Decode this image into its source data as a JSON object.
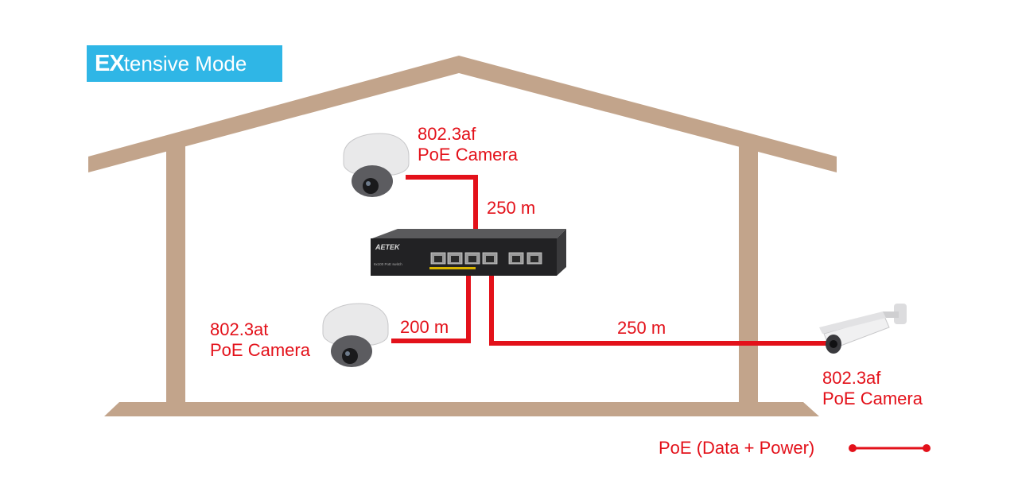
{
  "mode_badge": {
    "prefix": "EX",
    "suffix": "tensive Mode",
    "color": "#2fb6e6"
  },
  "colors": {
    "house": "#c2a48b",
    "cable": "#e3111a",
    "text": "#e3111a"
  },
  "switch": {
    "brand": "AETEK",
    "model_text": "6x100 PoE switch"
  },
  "cameras": [
    {
      "id": "top-dome",
      "type": "dome",
      "line1": "802.3af",
      "line2": "PoE Camera"
    },
    {
      "id": "left-dome",
      "type": "dome",
      "line1": "802.3at",
      "line2": "PoE Camera"
    },
    {
      "id": "right-bullet",
      "type": "bullet",
      "line1": "802.3af",
      "line2": "PoE Camera"
    }
  ],
  "links": [
    {
      "camera": "top-dome",
      "distance": "250 m"
    },
    {
      "camera": "left-dome",
      "distance": "200 m"
    },
    {
      "camera": "right-bullet",
      "distance": "250 m"
    }
  ],
  "legend": {
    "label": "PoE (Data + Power)"
  }
}
